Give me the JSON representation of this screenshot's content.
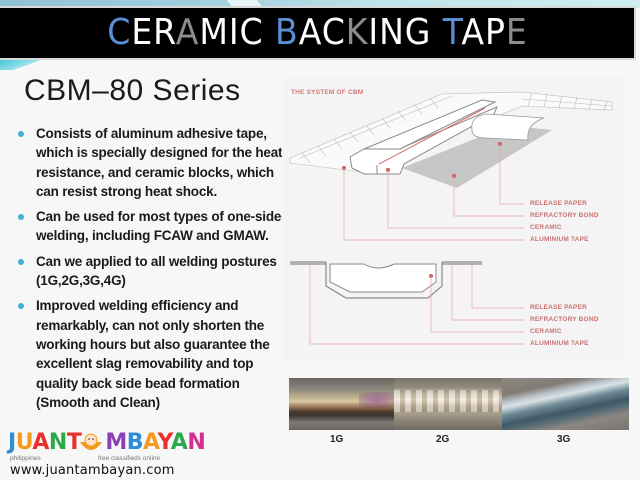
{
  "header": {
    "title_segments": [
      {
        "text": "C",
        "color": "blue"
      },
      {
        "text": "ER",
        "color": "white"
      },
      {
        "text": "A",
        "color": "gray"
      },
      {
        "text": "MIC ",
        "color": "white"
      },
      {
        "text": "B",
        "color": "blue"
      },
      {
        "text": "AC",
        "color": "white"
      },
      {
        "text": "K",
        "color": "gray"
      },
      {
        "text": "ING ",
        "color": "white"
      },
      {
        "text": "T",
        "color": "blue"
      },
      {
        "text": "AP",
        "color": "white"
      },
      {
        "text": "E",
        "color": "gray"
      }
    ],
    "title_full": "CERAMIC BACKING TAPE",
    "colors": {
      "blue": "#5b8fd4",
      "gray": "#8c8c8c",
      "white": "#ffffff",
      "bar": "#000000"
    }
  },
  "content": {
    "series_title": "CBM–80 Series",
    "bullets": [
      "Consists of aluminum adhesive tape, which is specially designed for the heat resistance, and ceramic blocks, which can resist strong heat shock.",
      "Can be used for most types of one-sided welding, including FCAW and GMAW.",
      "Can we applied to all welding postures (1G,2G,3G,4G)",
      "Improved welding efficiency and remarkably, can not only shorten the working hours but also guarantee the excellent slag removability and top quality back side bead formation (Smooth and Clean)"
    ],
    "bullet_color": "#3fb3d6"
  },
  "diagram": {
    "title": "THE SYSTEM OF CBM",
    "accent_color": "#c9726f",
    "top_labels": [
      "RELEASE PAPER",
      "REFRACTORY BOND",
      "CERAMIC",
      "ALUMINIUM TAPE"
    ],
    "cross_section_labels": [
      "RELEASE PAPER",
      "REFRACTORY BOND",
      "CERAMIC",
      "ALUMINIUM TAPE"
    ]
  },
  "weld_photos": {
    "labels": [
      "1G",
      "2G",
      "3G"
    ]
  },
  "watermark": {
    "brand_letters": [
      {
        "t": "J",
        "c": "#2a8fd8"
      },
      {
        "t": "U",
        "c": "#f39b1f"
      },
      {
        "t": "A",
        "c": "#e8302f"
      },
      {
        "t": "N",
        "c": "#2aa84a"
      },
      {
        "t": "T",
        "c": "#e8302f"
      },
      {
        "t": "M",
        "c": "#8b3fb5"
      },
      {
        "t": "B",
        "c": "#2a8fd8"
      },
      {
        "t": "A",
        "c": "#f39b1f"
      },
      {
        "t": "Y",
        "c": "#e8302f"
      },
      {
        "t": "A",
        "c": "#2aa84a"
      },
      {
        "t": "N",
        "c": "#d42f8e"
      }
    ],
    "brand": "JUANTAMBAYAN",
    "tagline_left": "philippines",
    "tagline_right": "free classifieds online",
    "url": "www.juantambayan.com"
  }
}
